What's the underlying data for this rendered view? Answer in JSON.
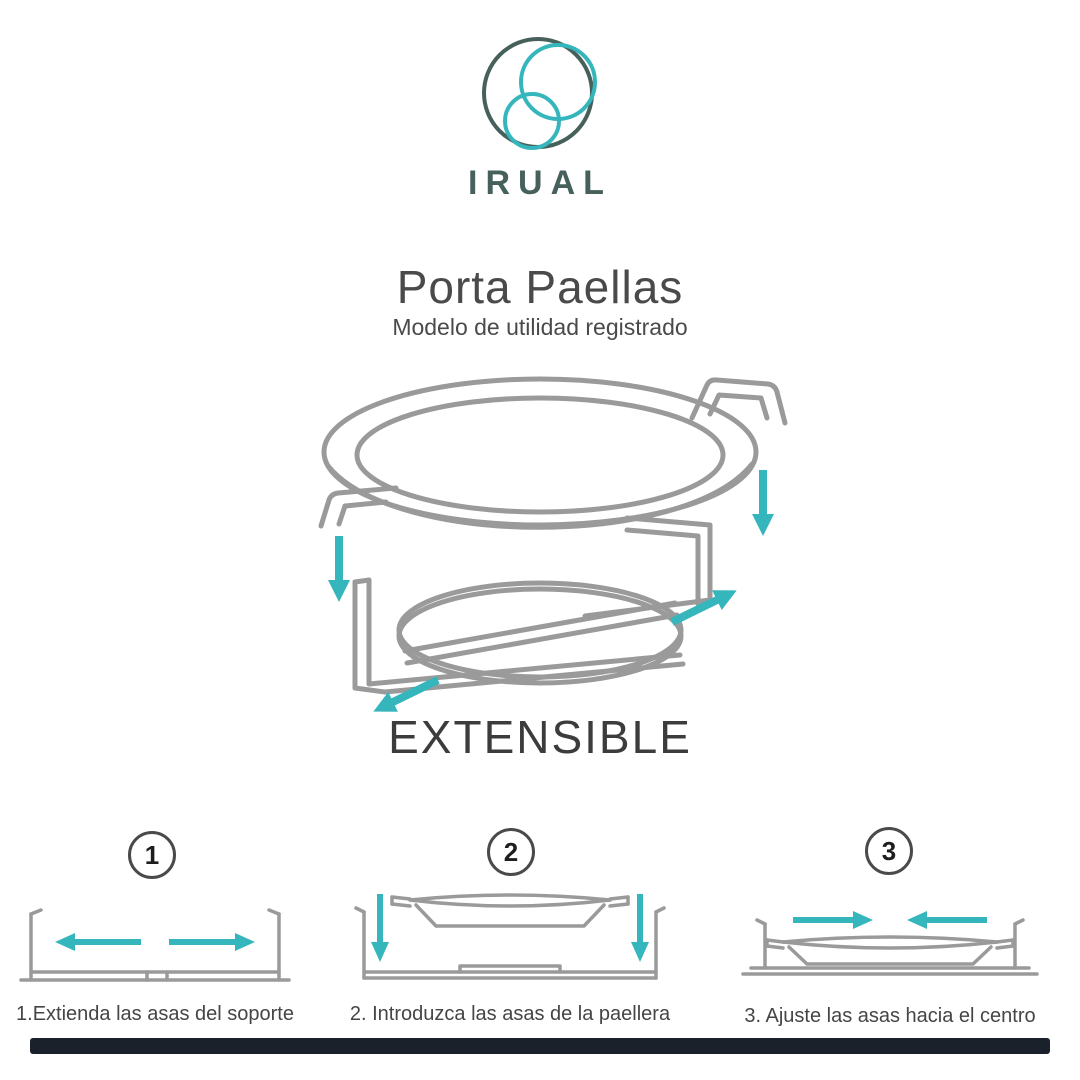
{
  "colors": {
    "accent_teal": "#35b6bc",
    "logo_dark": "#46605c",
    "line_gray": "#9a9a9a",
    "text_dark": "#4a4a4a",
    "footer_dark": "#1a212b"
  },
  "logo": {
    "brand": "IRUAL",
    "icon": "three-overlapping-circles"
  },
  "header": {
    "title": "Porta Paellas",
    "subtitle": "Modelo de utilidad registrado"
  },
  "hero": {
    "caption": "EXTENSIBLE",
    "illustration": "paella-pan-above-extensible-wire-support-with-teal-extension-arrows"
  },
  "steps": [
    {
      "number": "1",
      "caption": "1.Extienda las asas del soporte"
    },
    {
      "number": "2",
      "caption": "2. Introduzca las asas de la paellera"
    },
    {
      "number": "3",
      "caption": "3. Ajuste las asas hacia el centro"
    }
  ]
}
